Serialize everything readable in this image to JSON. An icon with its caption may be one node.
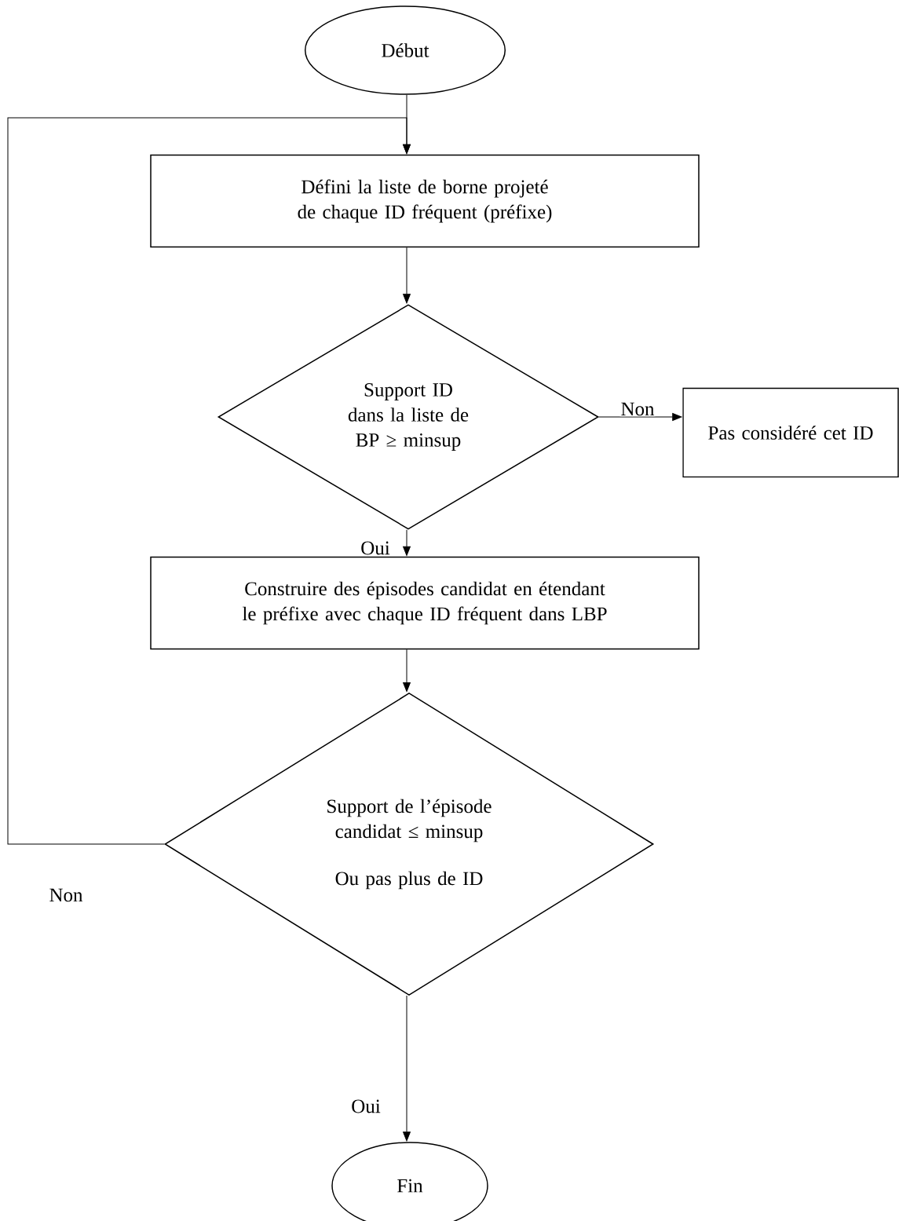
{
  "diagram": {
    "nodes": [
      {
        "text": [
          "Début"
        ]
      },
      {
        "text": [
          "Défini la liste de borne projeté de chaque ID fréquent (préfixe)"
        ]
      },
      {
        "text": [
          "Support ID dans la liste de BP ≥ minsup"
        ]
      },
      {
        "text": [
          "Pas considéré cet ID"
        ]
      },
      {
        "text": [
          "Construire des épisodes candidat en étendant le préfixe avec chaque ID fréquent dans LBP"
        ]
      },
      {
        "text": [
          "Support de l’épisode candidat ≤ minsup",
          "Ou pas plus de ID"
        ]
      },
      {
        "text": [
          "Fin"
        ]
      }
    ],
    "edges": [
      {
        "from": 0,
        "to": 1,
        "arrow": "to"
      },
      {
        "from": 1,
        "to": 2,
        "arrow": "to"
      },
      {
        "from": 2,
        "to": 3,
        "arrow": "to",
        "label": "Non"
      },
      {
        "from": 2,
        "to": 4,
        "arrow": "to",
        "label": "Oui"
      },
      {
        "from": 4,
        "to": 5,
        "arrow": "to"
      },
      {
        "from": 5,
        "to": 1,
        "arrow": "to",
        "label": "Non"
      },
      {
        "from": 5,
        "to": 6,
        "arrow": "to",
        "label": "Oui"
      }
    ]
  }
}
